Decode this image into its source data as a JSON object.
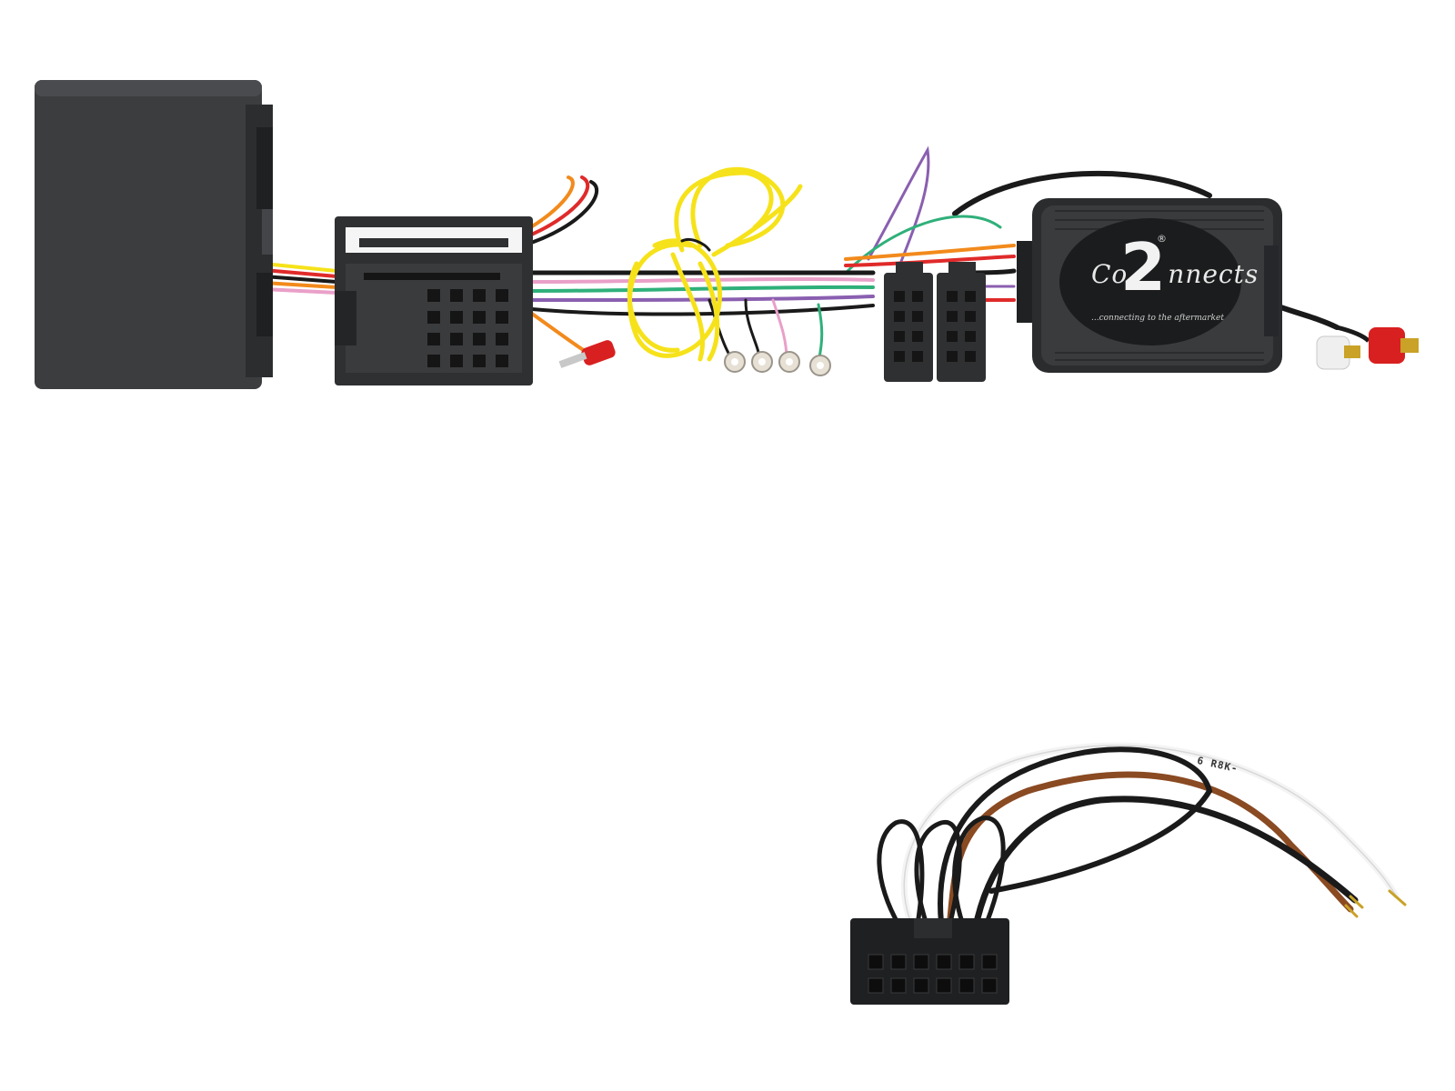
{
  "logo": {
    "brand_prefix": "Co",
    "brand_suffix": "nnects",
    "brand_numeral": "2",
    "registered_mark": "®",
    "tagline": "...connecting to the aftermarket"
  },
  "wire_print": "6 R8K-",
  "colors": {
    "background": "#ffffff",
    "module_body": "#3c3d3f",
    "connector_body": "#2f3032",
    "yellow_wire": "#f6e21a",
    "red_wire": "#e02a2a",
    "orange_wire": "#f28a1c",
    "green_wire": "#2fb07a",
    "purple_wire": "#8a5fb0",
    "pink_wire": "#e9a0c8",
    "brown_wire": "#8a4a22",
    "white_wire": "#f4f4f4",
    "black_wire": "#1a1a1a",
    "rca_red": "#d92020",
    "rca_white": "#efefef"
  },
  "components": [
    {
      "name": "interface-box",
      "icon": "module-box-icon"
    },
    {
      "name": "quadlock-connector",
      "icon": "connector-icon"
    },
    {
      "name": "iso-connectors",
      "icon": "connector-icon"
    },
    {
      "name": "steering-interface-module",
      "icon": "module-box-icon"
    },
    {
      "name": "rca-plugs",
      "icon": "rca-plug-icon"
    },
    {
      "name": "patch-lead-connector",
      "icon": "connector-icon"
    }
  ]
}
